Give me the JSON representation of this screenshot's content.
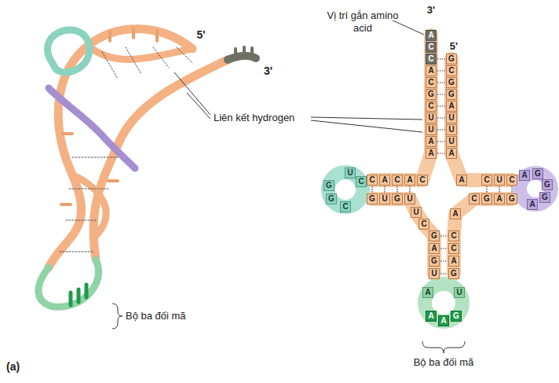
{
  "diagram": {
    "labels": [
      "5'",
      "3'",
      "Vị trí gắn amino acid",
      "Liên kết hydrogen",
      "3'",
      "5'",
      "A",
      "C",
      "C",
      "A",
      "C",
      "G",
      "C",
      "U",
      "U",
      "A",
      "A",
      "G",
      "C",
      "G",
      "G",
      "A",
      "U",
      "U",
      "U",
      "A",
      "C",
      "A",
      "C",
      "A",
      "C",
      "U",
      "C",
      "G",
      "G",
      "C",
      "G",
      "U",
      "G",
      "U",
      "U",
      "C",
      "G",
      "A",
      "G",
      "U",
      "C",
      "C",
      "A",
      "G",
      "A",
      "A",
      "U",
      "A",
      "A",
      "G",
      "A",
      "C",
      "U",
      "C",
      "C",
      "G",
      "A",
      "G",
      "A",
      "G",
      "G",
      "G",
      "A",
      "Bộ ba đối mã",
      "Bộ ba đối mã",
      "(a)"
    ]
  }
}
